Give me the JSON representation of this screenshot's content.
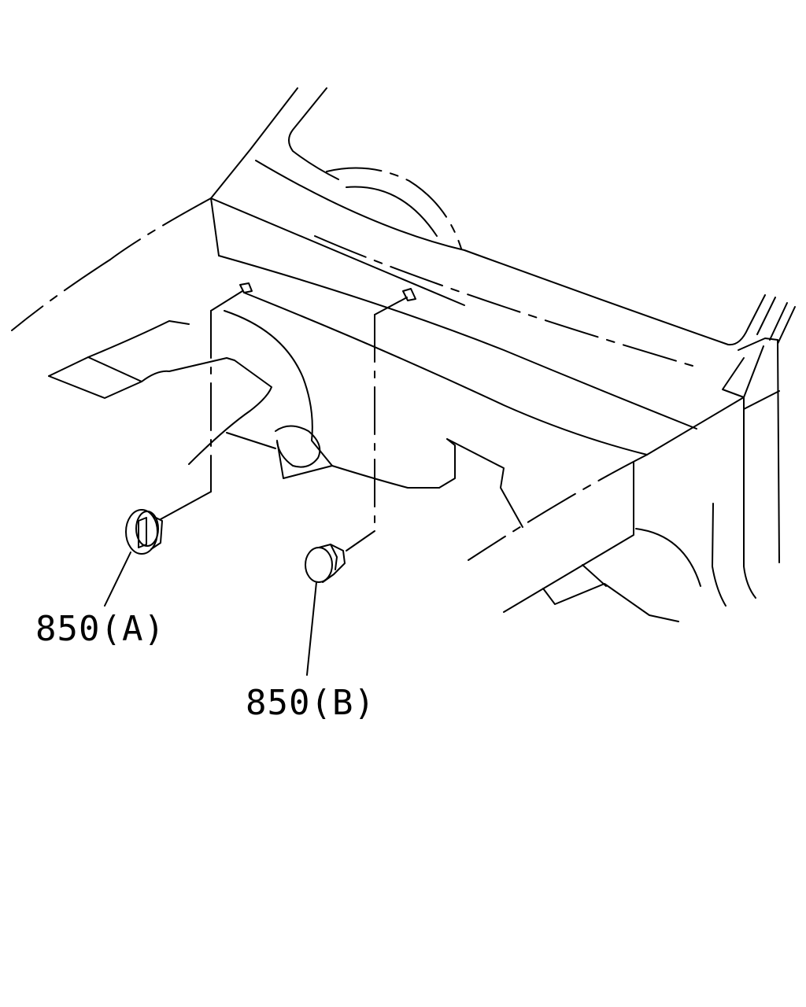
{
  "callouts": [
    {
      "id": "a",
      "label": "850(A)"
    },
    {
      "id": "b",
      "label": "850(B)"
    }
  ]
}
